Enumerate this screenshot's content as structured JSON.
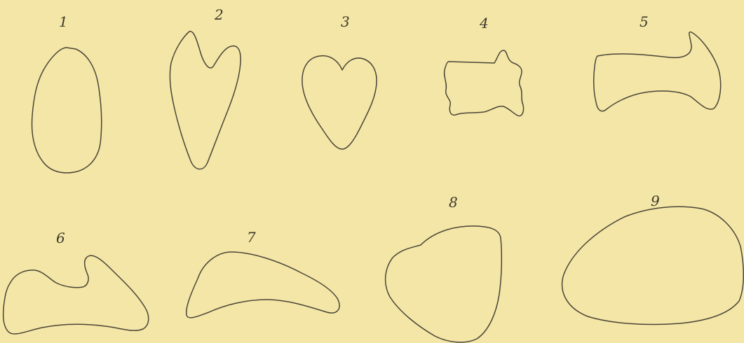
{
  "figures": [
    {
      "number": "1",
      "shape": "oval"
    },
    {
      "number": "2",
      "shape": "notched elongate"
    },
    {
      "number": "3",
      "shape": "heart"
    },
    {
      "number": "4",
      "shape": "rectangular irregular"
    },
    {
      "number": "5",
      "shape": "concave hooked"
    },
    {
      "number": "6",
      "shape": "hooked notched"
    },
    {
      "number": "7",
      "shape": "crescent"
    },
    {
      "number": "8",
      "shape": "rounded triangular"
    },
    {
      "number": "9",
      "shape": "egg oval"
    }
  ],
  "colors": {
    "background": "#f4e6a6",
    "ink": "#4a4538"
  }
}
